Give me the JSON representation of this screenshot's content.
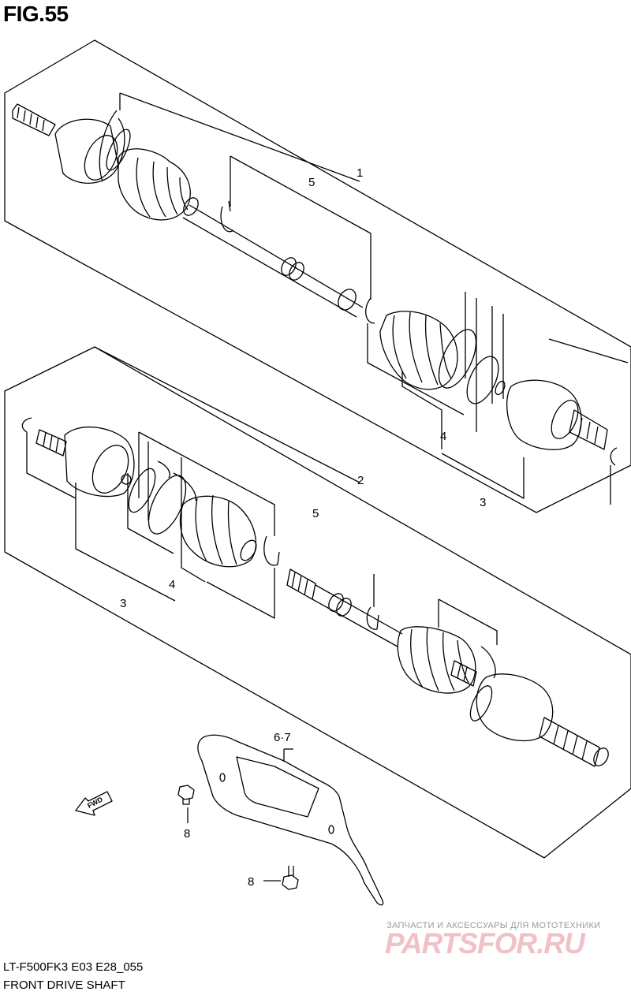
{
  "figure": {
    "title": "FIG.55",
    "model_code": "LT-F500FK3 E03 E28_055",
    "caption": "FRONT DRIVE SHAFT"
  },
  "callouts": {
    "c1": "1",
    "c2": "2",
    "c3a": "3",
    "c3b": "3",
    "c4a": "4",
    "c4b": "4",
    "c5a": "5",
    "c5b": "5",
    "c67": "6·7",
    "c8a": "8",
    "c8b": "8"
  },
  "direction_arrow": {
    "label": "FWD"
  },
  "watermark": {
    "tagline": "ЗАПЧАСТИ И АКСЕССУАРЫ ДЛЯ МОТОТЕХНИКИ",
    "logo": "PARTSFOR.RU"
  },
  "colors": {
    "line": "#000000",
    "background": "#ffffff",
    "watermark_logo": "#f0c2c8",
    "watermark_text": "#9a9a9a"
  }
}
